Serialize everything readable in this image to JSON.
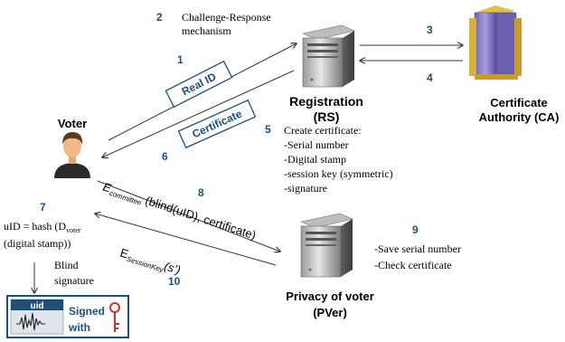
{
  "steps": {
    "s1": "1",
    "s2": "2",
    "s3": "3",
    "s4": "4",
    "s5": "5",
    "s6": "6",
    "s7": "7",
    "s8": "8",
    "s9": "9",
    "s10": "10"
  },
  "challenge": {
    "line1": "Challenge-Response",
    "line2": "mechanism"
  },
  "tags": {
    "real_id": "Real ID",
    "certificate": "Certificate"
  },
  "registration": {
    "title": "Registration",
    "abbr": "(RS)"
  },
  "ca": {
    "line1": "Certificate",
    "line2": "Authority (CA)"
  },
  "voter": {
    "title": "Voter"
  },
  "create_cert": {
    "heading": "Create certificate:",
    "items": [
      "-Serial number",
      "-Digital stamp",
      "-session key (symmetric)",
      "-signature"
    ]
  },
  "msg8": {
    "e": "E",
    "sub": "committee",
    "body": " (blind(uID), certificate)"
  },
  "msg10": {
    "e": "E",
    "sub": "SessionKey",
    "body": "(s’)"
  },
  "uid_formula": {
    "line1_pre": "uID = hash (D",
    "line1_sub": "voter",
    "line2": "(digital stamp))"
  },
  "blind": {
    "line1": "Blind",
    "line2": "signature"
  },
  "pver": {
    "title": "Privacy of voter",
    "abbr": "(PVer)",
    "items": [
      "-Save serial number",
      "-Check certificate"
    ]
  },
  "stamp": {
    "uid": "uid",
    "signed": "Signed",
    "with": "with"
  },
  "colors": {
    "step_number": "#1f4e79",
    "tag_border": "#1f4e79",
    "ca_purple": "#8a7fc4",
    "ca_gold": "#d9b23a"
  }
}
